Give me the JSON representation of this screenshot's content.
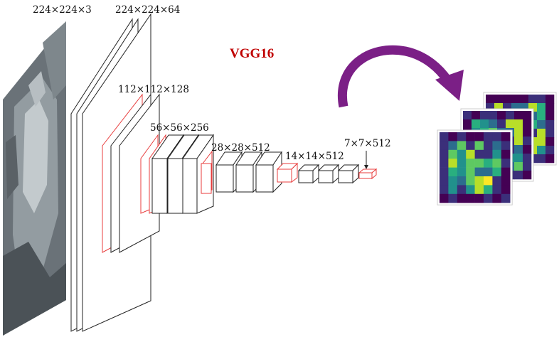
{
  "title": {
    "text": "VGG16",
    "color": "#c00000"
  },
  "input": {
    "label": "224×224×3"
  },
  "layers": [
    {
      "label": "224×224×64"
    },
    {
      "label": "112×112×128"
    },
    {
      "label": "56×56×256"
    },
    {
      "label": "28×28×512"
    },
    {
      "label": "14×14×512"
    },
    {
      "label": "7×7×512"
    }
  ],
  "colors": {
    "conv_edge": "#222222",
    "pool_edge": "#e83c3c",
    "arrow": "#7b1f86",
    "title": "#c00000"
  },
  "feature_maps": {
    "count": 3,
    "grid": "8x8",
    "colormap": "viridis"
  }
}
